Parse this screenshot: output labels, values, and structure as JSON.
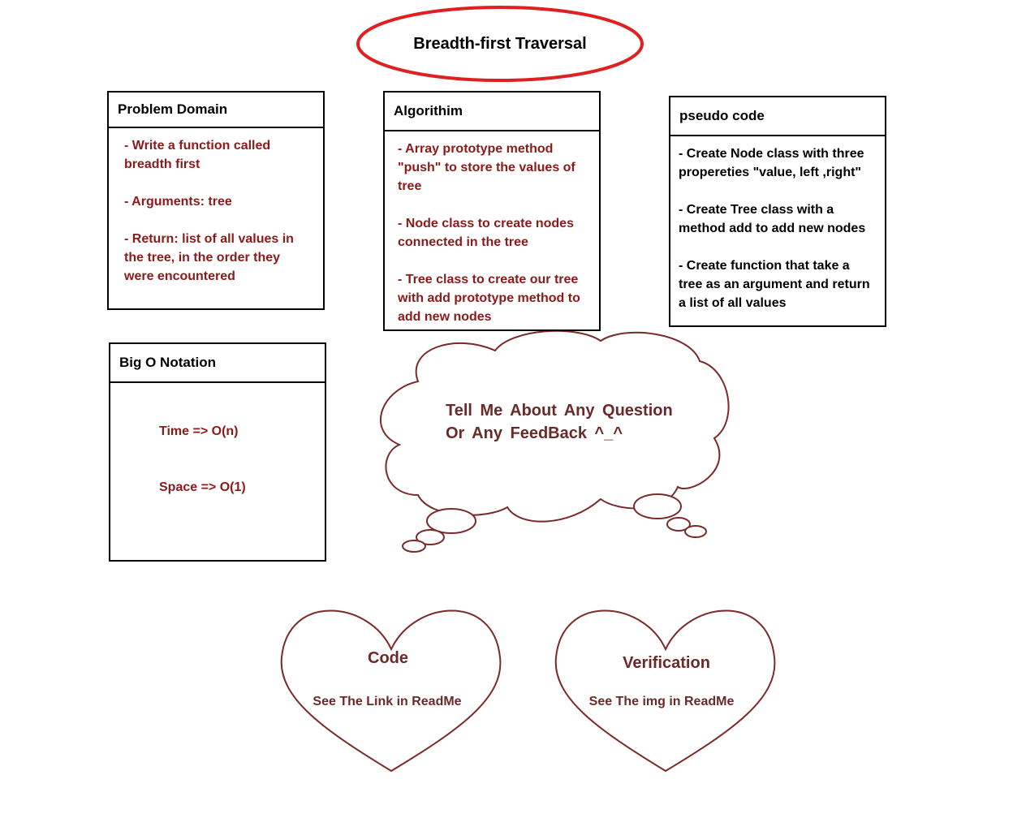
{
  "title": "Breadth-first Traversal",
  "problem_domain": {
    "heading": "Problem  Domain",
    "items": [
      "- Write a function called breadth first",
      "- Arguments: tree",
      "- Return: list of all values in the tree, in the order they were encountered"
    ]
  },
  "algorithm": {
    "heading": "Algorithim",
    "items": [
      "- Array prototype method \"push\" to store the values of tree",
      "- Node class to create nodes connected in the tree",
      "- Tree class to create our tree with add prototype method to add new nodes"
    ]
  },
  "pseudo_code": {
    "heading": "pseudo code",
    "items": [
      "- Create Node class with three propereties \"value, left ,right\"",
      "- Create Tree class with a method add to add new nodes",
      "- Create function that take a tree as an argument and return a list of all values"
    ]
  },
  "big_o": {
    "heading": "Big  O  Notation",
    "time": "Time  =>  O(n)",
    "space": "Space  =>  O(1)"
  },
  "cloud": {
    "line1": "Tell Me  About  Any  Question",
    "line2": "Or  Any  FeedBack  ^_^"
  },
  "hearts": [
    {
      "title": "Code",
      "subtitle": "See The Link in ReadMe"
    },
    {
      "title": "Verification",
      "subtitle": "See The img in ReadMe"
    }
  ],
  "colors": {
    "title_ellipse": "#e02020",
    "body_text": "#8b1a1a",
    "shape_outline": "#7a2a2a"
  }
}
